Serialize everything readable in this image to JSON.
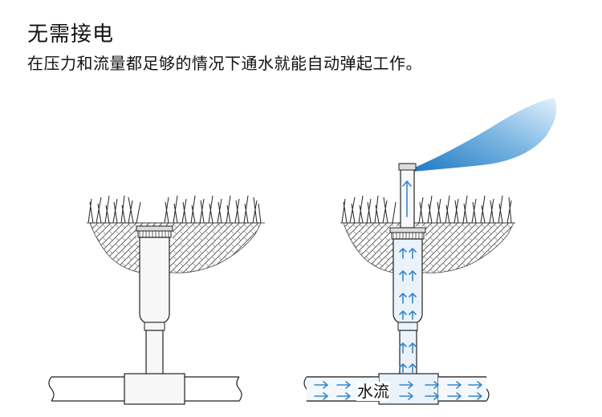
{
  "heading": {
    "title": "无需接电",
    "subtitle": "在压力和流量都足够的情况下通水就能自动弹起工作。"
  },
  "diagram": {
    "flow_label": "水流",
    "colors": {
      "water_arrow": "#3a86c8",
      "spray_dark": "#1f7ac4",
      "spray_light": "#e3f1fb",
      "outline": "#222222",
      "pipe_fill": "#f7f7f7"
    }
  }
}
